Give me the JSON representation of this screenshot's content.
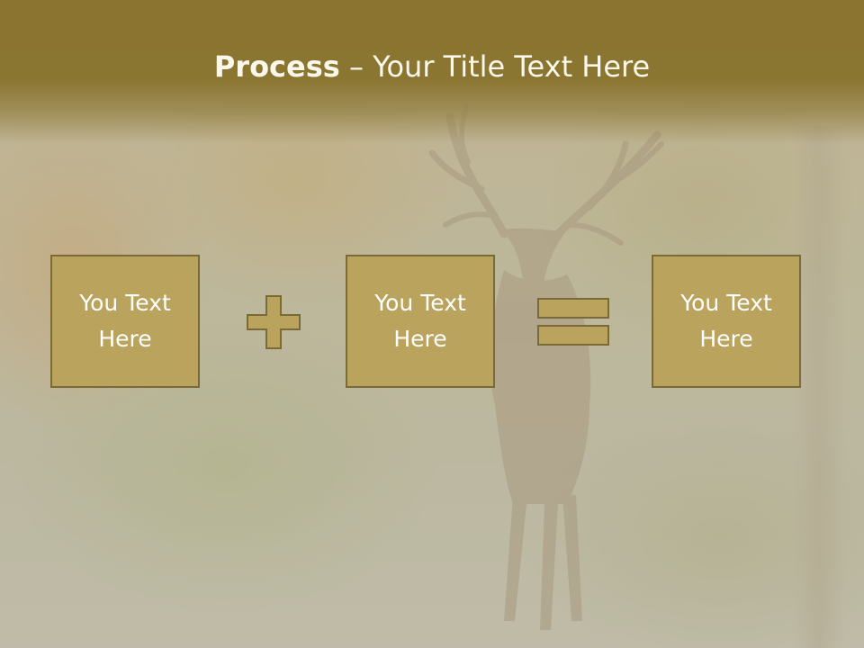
{
  "slide": {
    "title_bold": "Process",
    "title_rest": " – Your Title Text Here",
    "boxes": [
      {
        "text": "You Text\nHere"
      },
      {
        "text": "You Text\nHere"
      },
      {
        "text": "You Text\nHere"
      }
    ],
    "operators": [
      "plus-icon",
      "equals-icon"
    ],
    "colors": {
      "title_band": "#8a7531",
      "box_fill": "#baa35c",
      "box_border": "#7a6a38",
      "text": "#ffffff"
    }
  }
}
